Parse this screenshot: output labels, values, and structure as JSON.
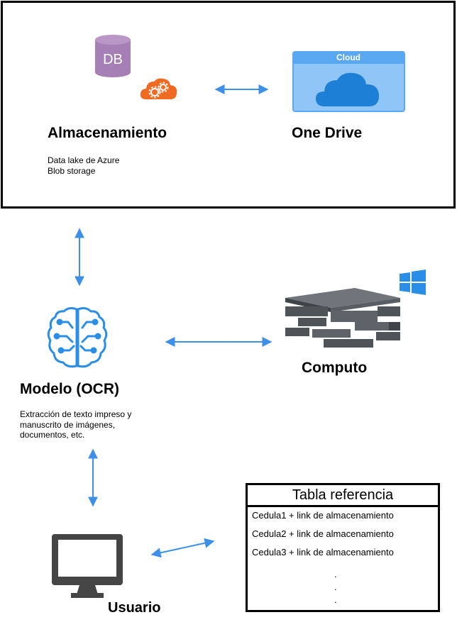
{
  "storage": {
    "title": "Almacenamiento",
    "description_lines": [
      "Data lake de Azure",
      "Blob storage"
    ],
    "db_icon_text": "DB"
  },
  "cloud": {
    "title": "One Drive",
    "window_label": "Cloud"
  },
  "model": {
    "title": "Modelo (OCR)",
    "description_lines": [
      "Extracción de texto impreso y",
      "manuscrito de imágenes,",
      "documentos, etc."
    ]
  },
  "compute": {
    "title": "Computo"
  },
  "user": {
    "title": "Usuario"
  },
  "reference_table": {
    "title": "Tabla referencia",
    "rows": [
      "Cedula1 + link de almacenamiento",
      "Cedula2 + link de almacenamiento",
      "Cedula3 + link de almacenamiento"
    ],
    "continuation": [
      ".",
      ".",
      "."
    ]
  },
  "colors": {
    "arrow": "#3d8fe8",
    "db_icon": "#a57fb5",
    "gear_cloud": "#f06a21",
    "cloud_window": "#5aa8f2",
    "brain_icon": "#2b8ee6",
    "windows_logo": "#2b8ee6",
    "server_dark": "#4f5459",
    "monitor": "#454545"
  }
}
